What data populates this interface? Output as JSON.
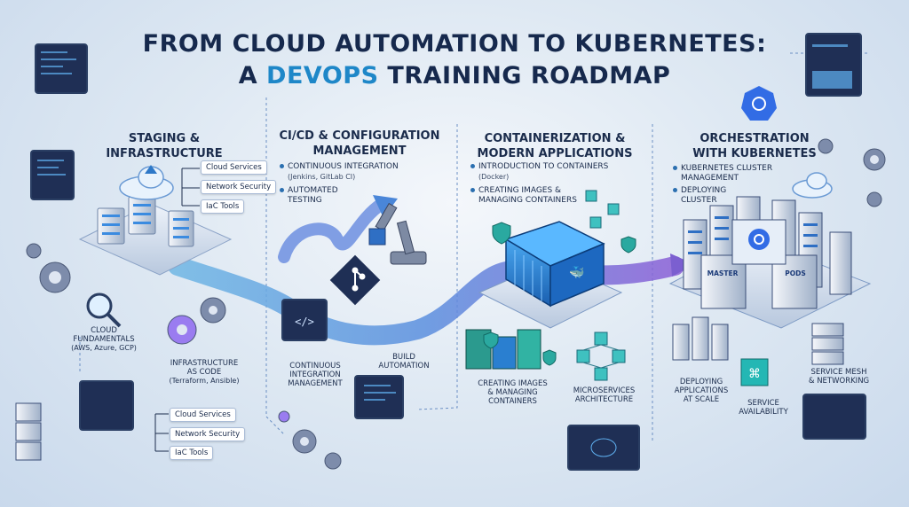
{
  "title": {
    "line1": "FROM CLOUD AUTOMATION TO KUBERNETES:",
    "line2_prefix": "A ",
    "line2_accent": "DEVOPS",
    "line2_suffix": " TRAINING ROADMAP"
  },
  "colors": {
    "accent": "#1e87c8",
    "navy": "#16294d",
    "path_blue": "#5fa7d8",
    "path_purple": "#7b5fd0"
  },
  "sections": {
    "staging": {
      "title_line1": "STAGING &",
      "title_line2": "INFRASTRUCTURE",
      "tags_top": [
        "Cloud Services",
        "Network Security",
        "IaC Tools"
      ],
      "tags_bottom": [
        "Cloud Services",
        "Network Security",
        "IaC Tools"
      ],
      "cloud_fundamentals_line1": "CLOUD",
      "cloud_fundamentals_line2": "FUNDAMENTALS",
      "cloud_fundamentals_sub": "(AWS, Azure, GCP)",
      "iac_line1": "INFRASTRUCTURE",
      "iac_line2": "AS CODE",
      "iac_sub": "(Terraform, Ansible)"
    },
    "cicd": {
      "title_line1": "CI/CD & CONFIGURATION",
      "title_line2": "MANAGEMENT",
      "bullet1": "CONTINUOUS INTEGRATION",
      "bullet1_sub": "(Jenkins, GitLab CI)",
      "bullet2_line1": "AUTOMATED",
      "bullet2_line2": "TESTING",
      "integration_line1": "CONTINUOUS",
      "integration_line2": "INTEGRATION",
      "integration_line3": "MANAGEMENT",
      "build_line1": "BUILD",
      "build_line2": "AUTOMATION"
    },
    "containers": {
      "title_line1": "CONTAINERIZATION &",
      "title_line2": "MODERN APPLICATIONS",
      "bullet1": "INTRODUCTION TO CONTAINERS",
      "bullet1_sub": "(Docker)",
      "bullet2_line1": "CREATING IMAGES &",
      "bullet2_line2": "MANAGING CONTAINERS",
      "images_line1": "CREATING IMAGES",
      "images_line2": "& MANAGING",
      "images_line3": "CONTAINERS",
      "micro_line1": "MICROSERVICES",
      "micro_line2": "ARCHITECTURE"
    },
    "kubernetes": {
      "title_line1": "ORCHESTRATION",
      "title_line2": "WITH KUBERNETES",
      "bullet1_line1": "KUBERNETES CLUSTER",
      "bullet1_line2": "MANAGEMENT",
      "bullet2_line1": "DEPLOYING",
      "bullet2_line2": "CLUSTER",
      "deploy_line1": "DEPLOYING",
      "deploy_line2": "APPLICATIONS",
      "deploy_line3": "AT SCALE",
      "avail_line1": "SERVICE",
      "avail_line2": "AVAILABILITY",
      "mesh_line1": "SERVICE MESH",
      "mesh_line2": "& NETWORKING",
      "master_label": "MASTER",
      "pods_label": "PODS"
    }
  }
}
